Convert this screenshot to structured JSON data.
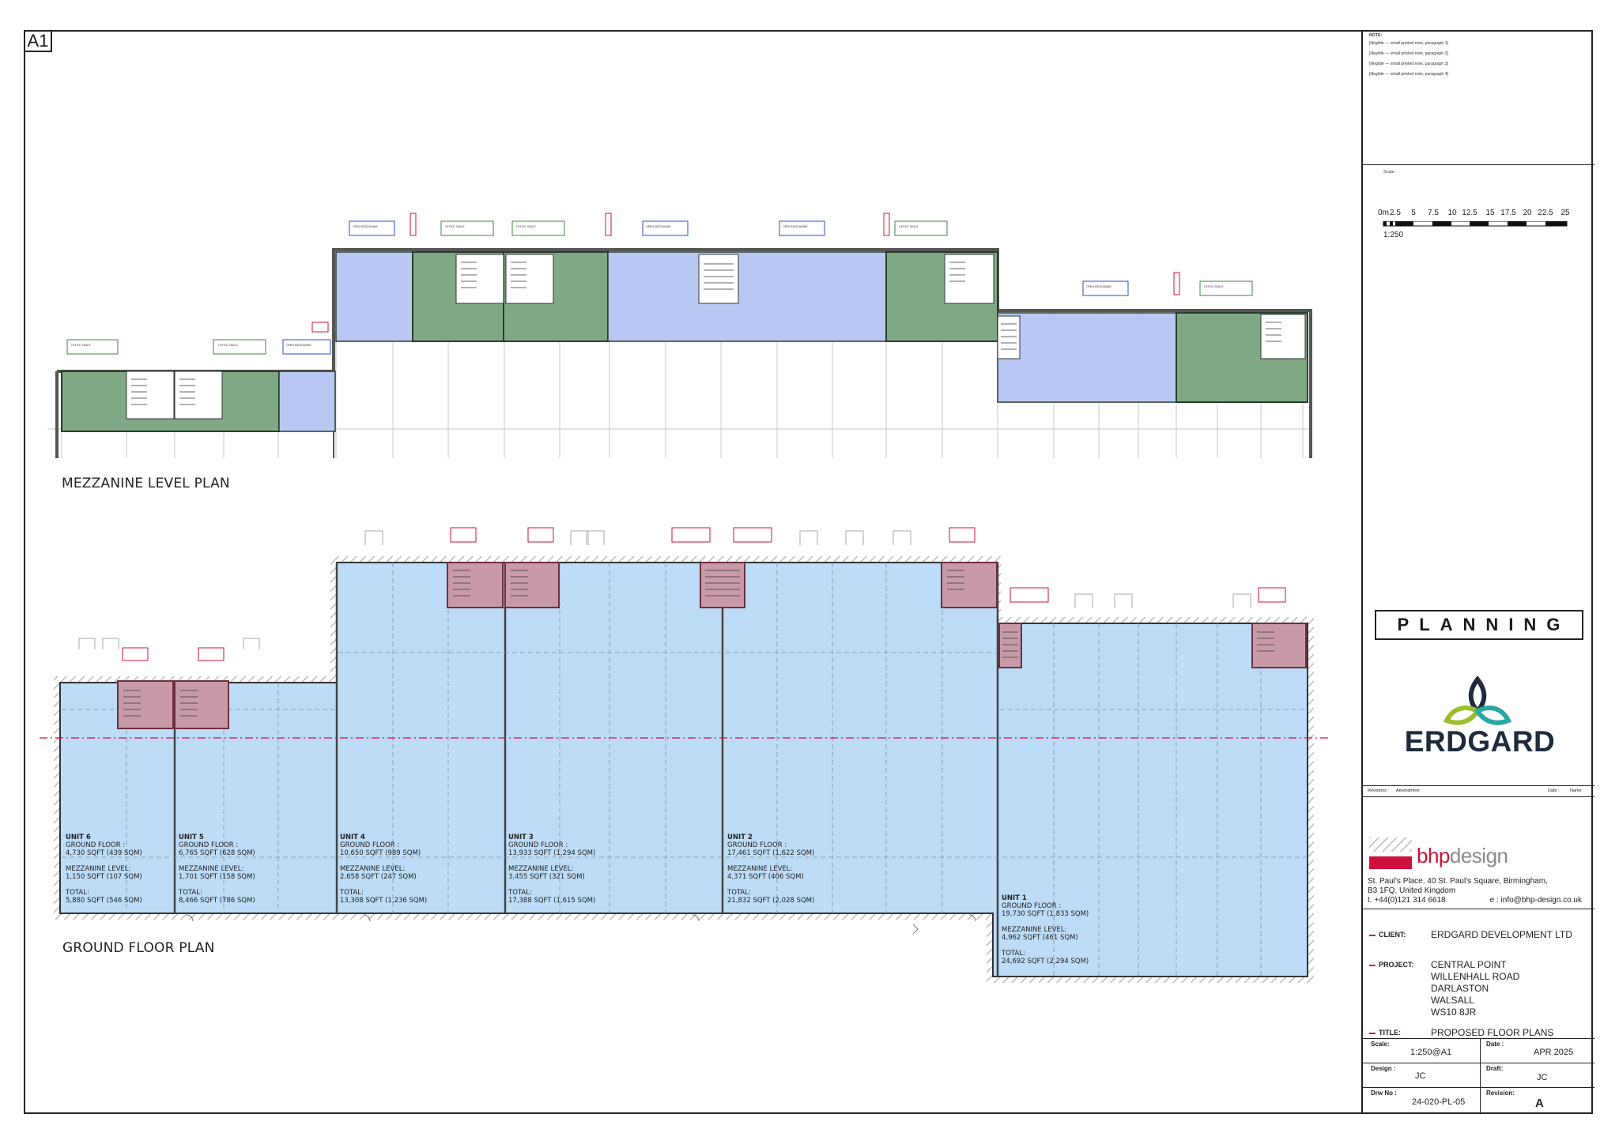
{
  "sheet": {
    "size": "A1"
  },
  "plans": {
    "mezzanine_title": "MEZZANINE LEVEL PLAN",
    "ground_title": "GROUND FLOOR PLAN"
  },
  "units": [
    {
      "name": "UNIT 6",
      "gf_label": "GROUND FLOOR :",
      "gf_value": "4,730 SQFT  (439 SQM)",
      "mz_label": "MEZZANINE LEVEL:",
      "mz_value": "1,150 SQFT  (107 SQM)",
      "total_label": "TOTAL:",
      "total_value": "5,880 SQFT  (546 SQM)"
    },
    {
      "name": "UNIT 5",
      "gf_label": "GROUND FLOOR :",
      "gf_value": "6,765 SQFT  (628 SQM)",
      "mz_label": "MEZZANINE LEVEL:",
      "mz_value": "1,701 SQFT  (158 SQM)",
      "total_label": "TOTAL:",
      "total_value": "8,466 SQFT  (786 SQM)"
    },
    {
      "name": "UNIT 4",
      "gf_label": "GROUND FLOOR :",
      "gf_value": "10,650 SQFT  (989 SQM)",
      "mz_label": "MEZZANINE LEVEL:",
      "mz_value": "2,658 SQFT  (247 SQM)",
      "total_label": "TOTAL:",
      "total_value": "13,308 SQFT  (1,236 SQM)"
    },
    {
      "name": "UNIT 3",
      "gf_label": "GROUND FLOOR :",
      "gf_value": "13,933 SQFT  (1,294 SQM)",
      "mz_label": "MEZZANINE LEVEL:",
      "mz_value": "3,455 SQFT  (321 SQM)",
      "total_label": "TOTAL:",
      "total_value": "17,388 SQFT  (1,615 SQM)"
    },
    {
      "name": "UNIT 2",
      "gf_label": "GROUND FLOOR :",
      "gf_value": "17,461 SQFT  (1,622 SQM)",
      "mz_label": "MEZZANINE LEVEL:",
      "mz_value": "4,371 SQFT  (406 SQM)",
      "total_label": "TOTAL:",
      "total_value": "21,832 SQFT  (2,028 SQM)"
    },
    {
      "name": "UNIT 1",
      "gf_label": "GROUND FLOOR :",
      "gf_value": "19,730 SQFT  (1,833 SQM)",
      "mz_label": "MEZZANINE LEVEL:",
      "mz_value": "4,962 SQFT  (461 SQM)",
      "total_label": "TOTAL:",
      "total_value": "24,692 SQFT  (2,294 SQM)"
    }
  ],
  "title_block": {
    "notes_heading": "NOTE:",
    "notes": [
      "[illegible — small printed note, paragraph 1]",
      "[illegible — small printed note, paragraph 2]",
      "[illegible — small printed note, paragraph 3]",
      "[illegible — small printed note, paragraph 4]"
    ],
    "scale_bar_heading": "Scale :",
    "scale_bar_labels": [
      "0m",
      "2.5",
      "5",
      "7.5",
      "10",
      "12.5",
      "15",
      "17.5",
      "20",
      "22.5",
      "25"
    ],
    "scale_bar_ratio": "1:250",
    "stamp": "PLANNING",
    "client_logo_text": "ERDGARD",
    "revisions_label": "Revisions :",
    "amendment_label": "Amendment :",
    "date_label_small": "Date :",
    "name_label_small": "Name :",
    "architect_logo_bhp": "bhp",
    "architect_logo_design": "design",
    "address_line1": "St. Paul's Place, 40 St. Paul's Square, Birmingham,",
    "address_line2": "B3 1FQ, United Kingdom",
    "phone": "t. +44(0)121 314 6618",
    "email": "e : info@bhp-design.co.uk",
    "client_label": "CLIENT:",
    "client_value": "ERDGARD DEVELOPMENT LTD",
    "project_label": "PROJECT:",
    "project_lines": [
      "CENTRAL POINT",
      "WILLENHALL ROAD",
      "DARLASTON",
      "WALSALL",
      "WS10 8JR"
    ],
    "title_label": "TITLE:",
    "title_value": "PROPOSED FLOOR PLANS",
    "scale_label": "Scale:",
    "scale_value": "1:250@A1",
    "date_label": "Date :",
    "date_value": "APR 2025",
    "design_label": "Design :",
    "design_value": "JC",
    "draft_label": "Draft:",
    "draft_value": "JC",
    "dwg_label": "Drw No :",
    "dwg_value": "24-020-PL-05",
    "revision_label": "Revision:",
    "revision_value": "A"
  },
  "colors": {
    "office_green": "#7fa985",
    "open_mezz_blue": "#b8c8f2",
    "warehouse_blue": "#bcdcf7",
    "core_pink": "#c89aa8",
    "brand_red": "#d0103a",
    "logo_navy": "#1f2b3c"
  }
}
